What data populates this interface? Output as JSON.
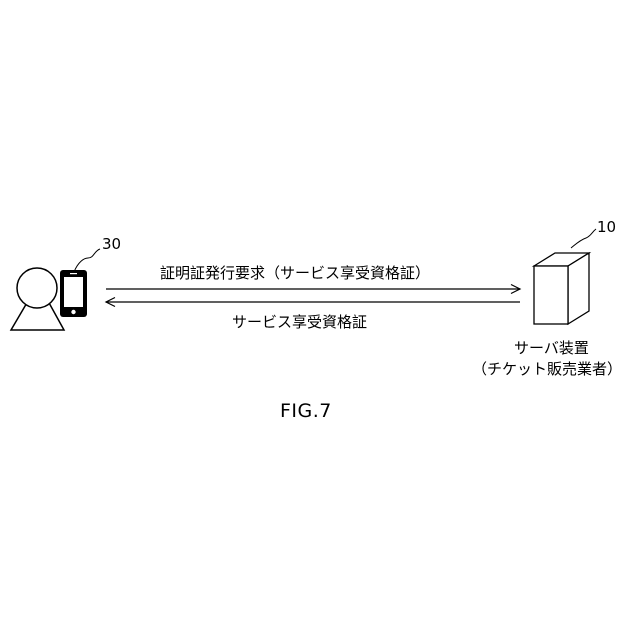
{
  "figure": {
    "caption": "FIG.7"
  },
  "user": {
    "ref_number": "30",
    "icons": [
      "person-icon",
      "smartphone-icon"
    ]
  },
  "server": {
    "ref_number": "10",
    "name": "サーバ装置",
    "operator": "（チケット販売業者）",
    "icon": "server-box-icon"
  },
  "messages": {
    "request": "証明証発行要求（サービス享受資格証）",
    "response": "サービス享受資格証"
  }
}
